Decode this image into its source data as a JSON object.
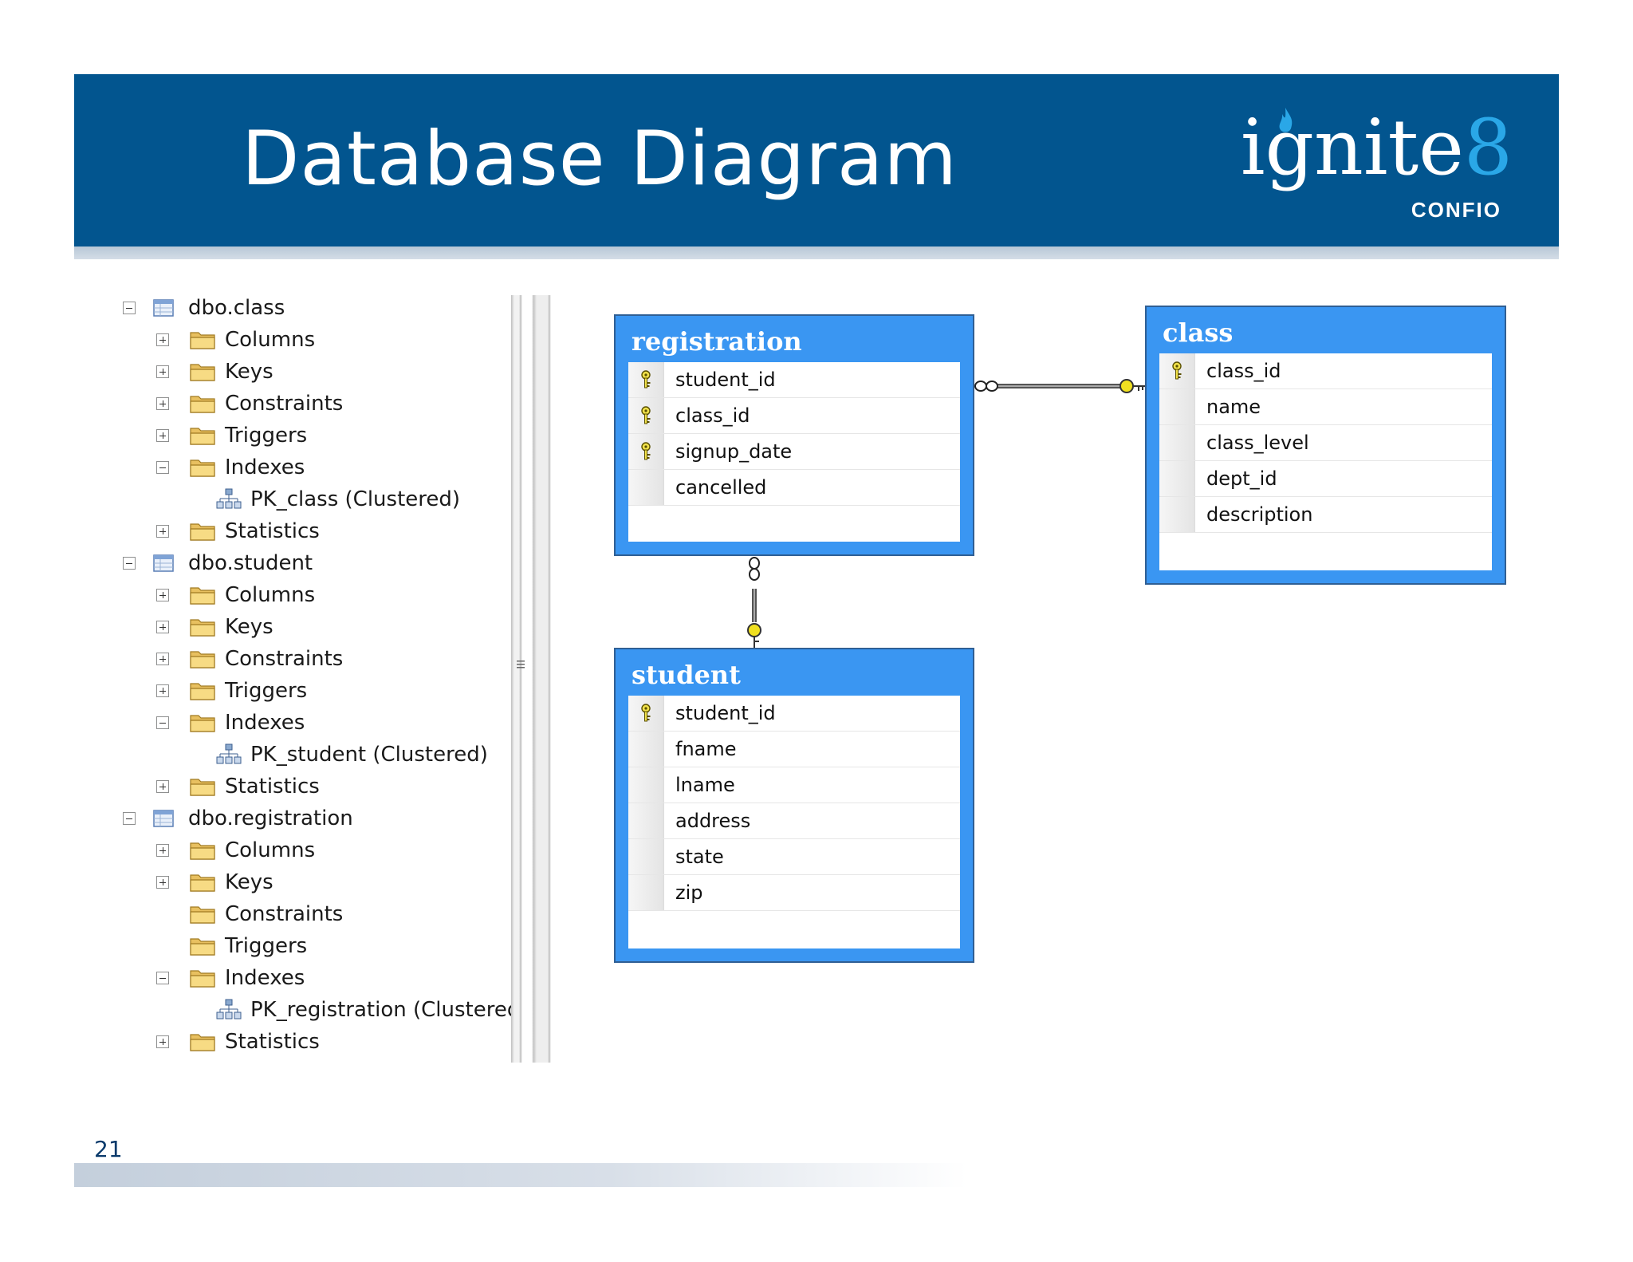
{
  "slide": {
    "title": "Database Diagram",
    "page_number": "21"
  },
  "logo": {
    "word": "ignite",
    "digit": "8",
    "sub": "CONFIO",
    "accent_color": "#2aa7e7",
    "header_color": "#02558f"
  },
  "tree": {
    "nodes": [
      {
        "label": "dbo.class",
        "type": "table",
        "expander": "minus"
      },
      {
        "label": "Columns",
        "type": "folder",
        "expander": "plus"
      },
      {
        "label": "Keys",
        "type": "folder",
        "expander": "plus"
      },
      {
        "label": "Constraints",
        "type": "folder",
        "expander": "plus"
      },
      {
        "label": "Triggers",
        "type": "folder",
        "expander": "plus"
      },
      {
        "label": "Indexes",
        "type": "folder",
        "expander": "minus"
      },
      {
        "label": "PK_class (Clustered)",
        "type": "index",
        "expander": "none"
      },
      {
        "label": "Statistics",
        "type": "folder",
        "expander": "plus"
      },
      {
        "label": "dbo.student",
        "type": "table",
        "expander": "minus"
      },
      {
        "label": "Columns",
        "type": "folder",
        "expander": "plus"
      },
      {
        "label": "Keys",
        "type": "folder",
        "expander": "plus"
      },
      {
        "label": "Constraints",
        "type": "folder",
        "expander": "plus"
      },
      {
        "label": "Triggers",
        "type": "folder",
        "expander": "plus"
      },
      {
        "label": "Indexes",
        "type": "folder",
        "expander": "minus"
      },
      {
        "label": "PK_student (Clustered)",
        "type": "index",
        "expander": "none"
      },
      {
        "label": "Statistics",
        "type": "folder",
        "expander": "plus"
      },
      {
        "label": "dbo.registration",
        "type": "table",
        "expander": "minus"
      },
      {
        "label": "Columns",
        "type": "folder",
        "expander": "plus"
      },
      {
        "label": "Keys",
        "type": "folder",
        "expander": "plus"
      },
      {
        "label": "Constraints",
        "type": "folder",
        "expander": "none"
      },
      {
        "label": "Triggers",
        "type": "folder",
        "expander": "none"
      },
      {
        "label": "Indexes",
        "type": "folder",
        "expander": "minus"
      },
      {
        "label": "PK_registration (Clustered)",
        "type": "index",
        "expander": "none"
      },
      {
        "label": "Statistics",
        "type": "folder",
        "expander": "plus"
      }
    ]
  },
  "er_tables": {
    "registration": {
      "title": "registration",
      "columns": [
        {
          "name": "student_id",
          "key": true
        },
        {
          "name": "class_id",
          "key": true
        },
        {
          "name": "signup_date",
          "key": true
        },
        {
          "name": "cancelled",
          "key": false
        }
      ]
    },
    "class": {
      "title": "class",
      "columns": [
        {
          "name": "class_id",
          "key": true
        },
        {
          "name": "name",
          "key": false
        },
        {
          "name": "class_level",
          "key": false
        },
        {
          "name": "dept_id",
          "key": false
        },
        {
          "name": "description",
          "key": false
        }
      ]
    },
    "student": {
      "title": "student",
      "columns": [
        {
          "name": "student_id",
          "key": true
        },
        {
          "name": "fname",
          "key": false
        },
        {
          "name": "lname",
          "key": false
        },
        {
          "name": "address",
          "key": false
        },
        {
          "name": "state",
          "key": false
        },
        {
          "name": "zip",
          "key": false
        }
      ]
    }
  }
}
